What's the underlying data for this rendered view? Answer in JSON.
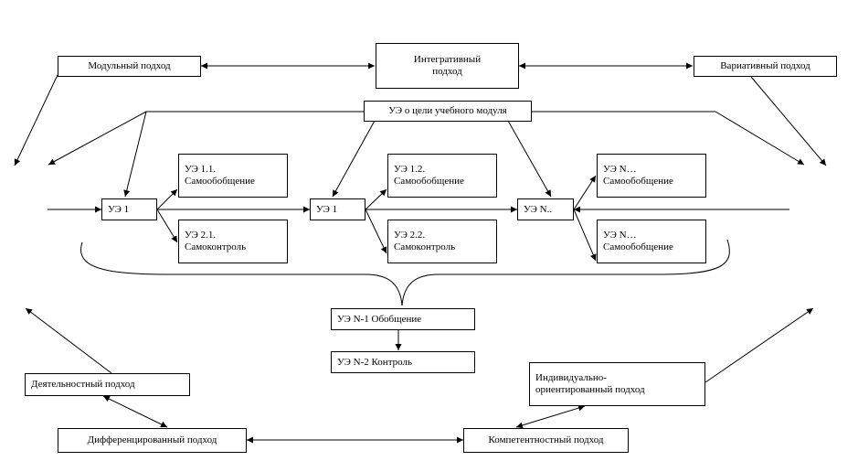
{
  "top": {
    "modular": "Модульный подход",
    "integrative_line1": "Интегративный",
    "integrative_line2": "подход",
    "variative": "Вариативный подход"
  },
  "goal": "УЭ о цели учебного модуля",
  "flow": {
    "ue1_a": "УЭ 1",
    "ue1_b": "УЭ 1",
    "uen": "УЭ N..",
    "ue11_line1": "УЭ 1.1.",
    "ue11_line2": "Самообобщение",
    "ue21_line1": "УЭ 2.1.",
    "ue21_line2": "Самоконтроль",
    "ue12_line1": "УЭ 1.2.",
    "ue12_line2": "Самообобщение",
    "ue22_line1": "УЭ 2.2.",
    "ue22_line2": "Самоконтроль",
    "uen1_line1": "УЭ N…",
    "uen1_line2": "Самообобщение",
    "uen2_line1": "УЭ N…",
    "uen2_line2": "Самообобщение"
  },
  "summary": {
    "generalization": "УЭ N-1 Обобщение",
    "control": "УЭ N-2 Контроль"
  },
  "bottom": {
    "activity": "Деятельностный подход",
    "differentiated": "Дифференцированный подход",
    "competence": "Компетентностный подход",
    "individual_line1": "Индивидуально-",
    "individual_line2": "ориентированный подход"
  }
}
